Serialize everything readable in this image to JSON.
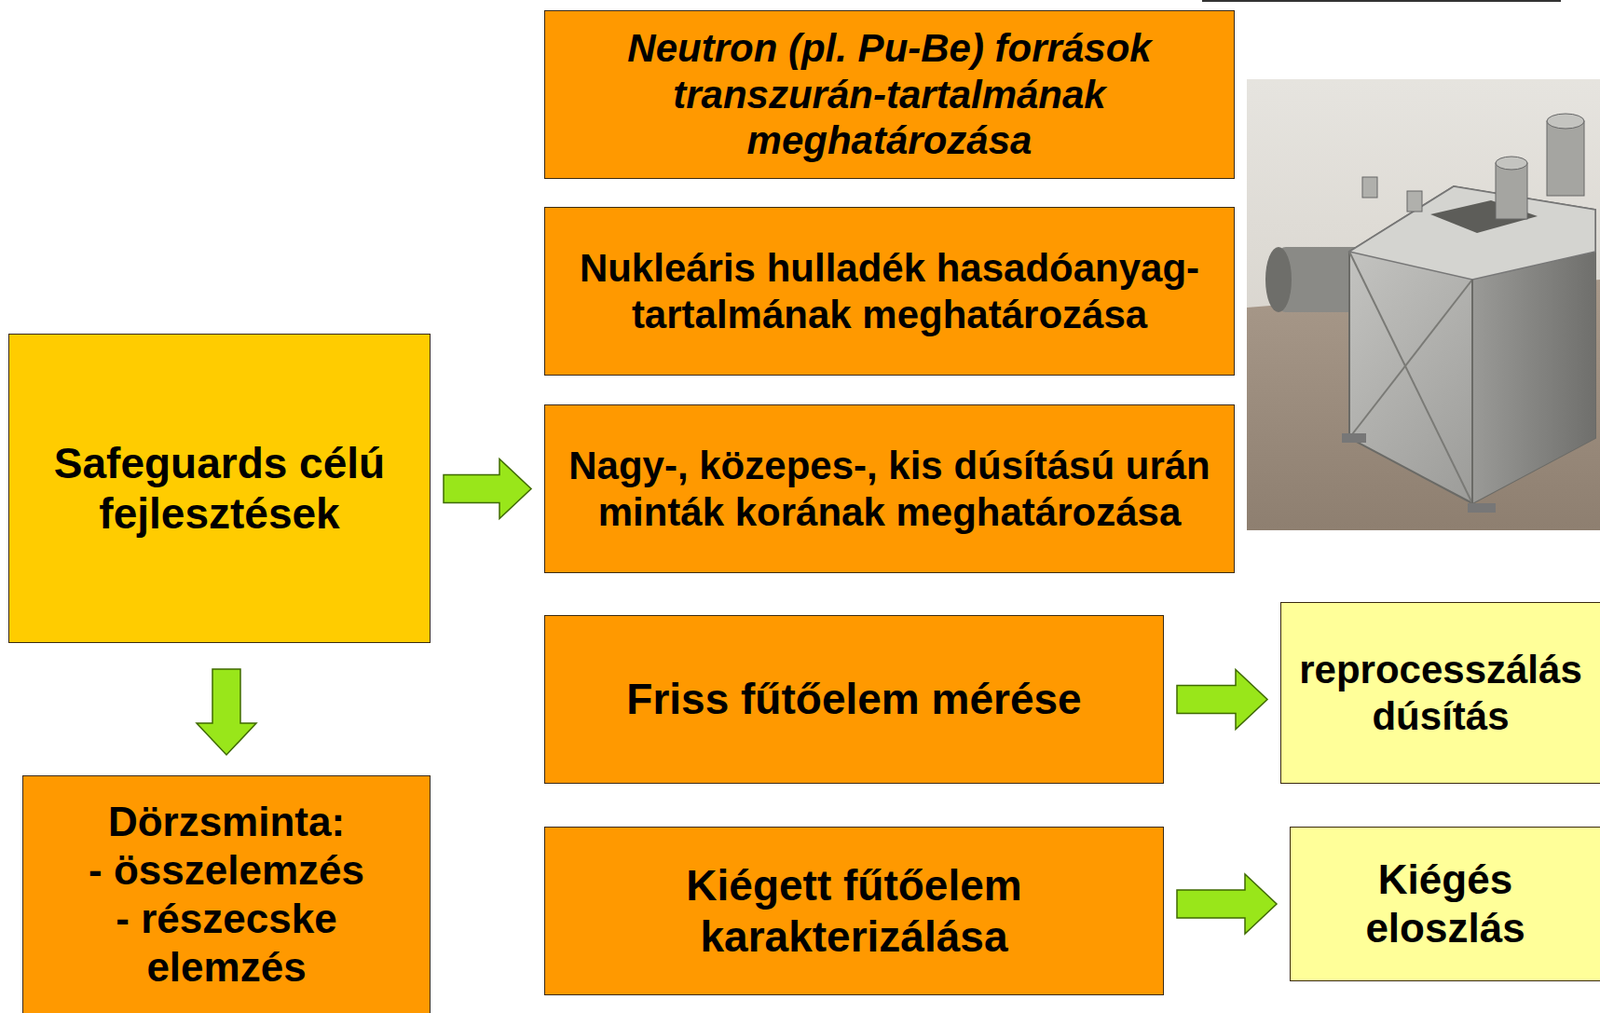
{
  "diagram": {
    "nodes": [
      {
        "text": [
          "Safeguards célú fejlesztések"
        ]
      },
      {
        "text": [
          "Dörzsminta:",
          "- összelemzés",
          "- részecske elemzés"
        ]
      },
      {
        "text": [
          "Neutron (pl. Pu-Be) források transzurán-tartalmának meghatározása"
        ]
      },
      {
        "text": [
          "Nukleáris hulladék hasadóanyag-tartalmának meghatározása"
        ]
      },
      {
        "text": [
          "Nagy-, közepes-, kis dúsítású urán minták korának meghatározása"
        ]
      },
      {
        "text": [
          "Friss fűtőelem mérése"
        ]
      },
      {
        "text": [
          "reprocesszálás dúsítás"
        ]
      },
      {
        "text": [
          "Kiégett fűtőelem karakterizálása"
        ]
      },
      {
        "text": [
          "Kiégés eloszlás"
        ]
      }
    ],
    "edges": [
      {
        "from": 0,
        "to": 1,
        "arrow": "to"
      },
      {
        "from": 0,
        "to": 4,
        "arrow": "to"
      },
      {
        "from": 5,
        "to": 6,
        "arrow": "to"
      },
      {
        "from": 7,
        "to": 8,
        "arrow": "to"
      }
    ]
  }
}
